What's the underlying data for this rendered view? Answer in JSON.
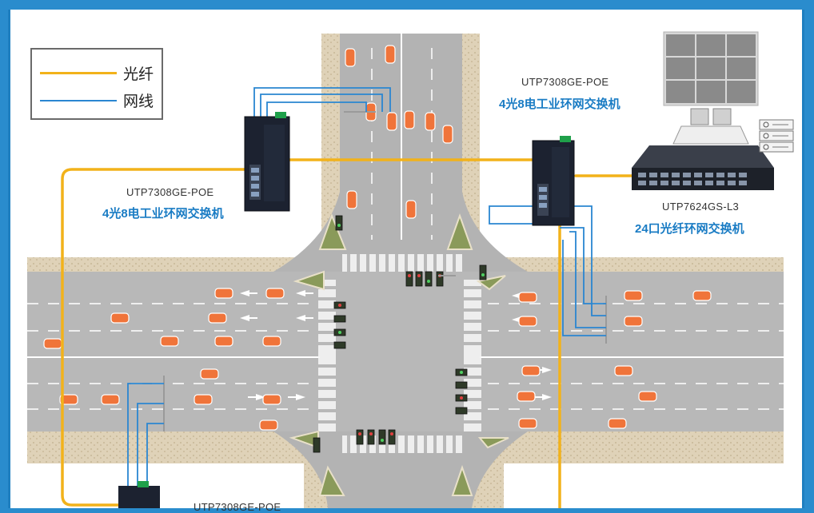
{
  "legend": {
    "fiber_label": "光纤",
    "fiber_color": "#f2b21a",
    "cable_label": "网线",
    "cable_color": "#2a86d1"
  },
  "devices": [
    {
      "model": "UTP7308GE-POE",
      "desc": "4光8电工业环网交换机"
    },
    {
      "model": "UTP7308GE-POE",
      "desc": "4光8电工业环网交换机"
    },
    {
      "model": "UTP7624GS-L3",
      "desc": "24口光纤环网交换机"
    },
    {
      "model": "UTP7308GE-POE",
      "desc": ""
    }
  ],
  "colors": {
    "background": "#2a8ccd",
    "road": "#b5b5b5",
    "roadside": "#d9ccb3",
    "car": "#f0743a",
    "switch": "#1c2230",
    "accent_blue": "#1a7cc4"
  },
  "icons": {
    "video_wall": "video-wall-icon",
    "server": "server-icon",
    "monitor": "monitor-icon"
  }
}
